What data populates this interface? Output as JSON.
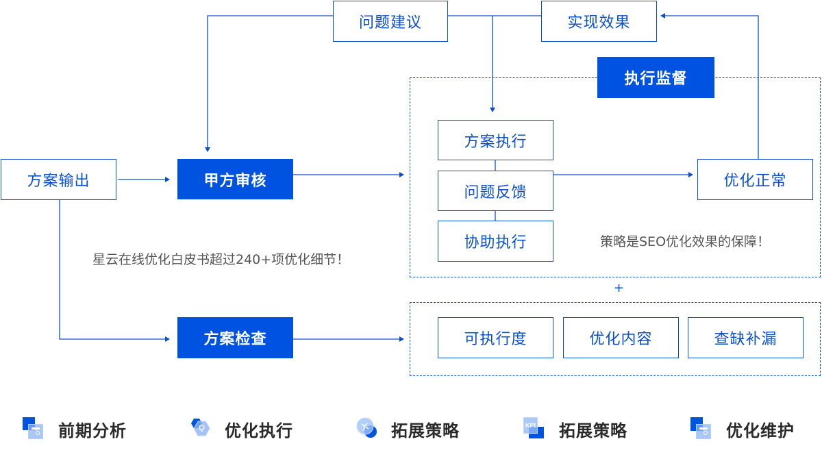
{
  "colors": {
    "primary": "#0052e0",
    "line": "#0a4fd1",
    "text_gray": "#555555",
    "legend_text": "#2a2a2a"
  },
  "nodes": {
    "plan_output": "方案输出",
    "client_review": "甲方审核",
    "plan_check": "方案检查",
    "issue_suggestion": "问题建议",
    "achieve_effect": "实现效果",
    "execution_supervision": "执行监督",
    "plan_execution": "方案执行",
    "issue_feedback": "问题反馈",
    "assist_execution": "协助执行",
    "optimization_normal": "优化正常",
    "executability": "可执行度",
    "optimize_content": "优化内容",
    "fill_gaps": "查缺补漏"
  },
  "notes": {
    "whitepaper": "星云在线优化白皮书超过240+项优化细节！",
    "strategy": "策略是SEO优化效果的保障！",
    "plus": "+"
  },
  "legend": [
    {
      "icon": "analysis-icon",
      "label": "前期分析"
    },
    {
      "icon": "lightbulb-hexagon-icon",
      "label": "优化执行"
    },
    {
      "icon": "runner-circle-icon",
      "label": "拓展策略"
    },
    {
      "icon": "kpi-icon",
      "label": "拓展策略"
    },
    {
      "icon": "maintenance-icon",
      "label": "优化维护"
    }
  ]
}
